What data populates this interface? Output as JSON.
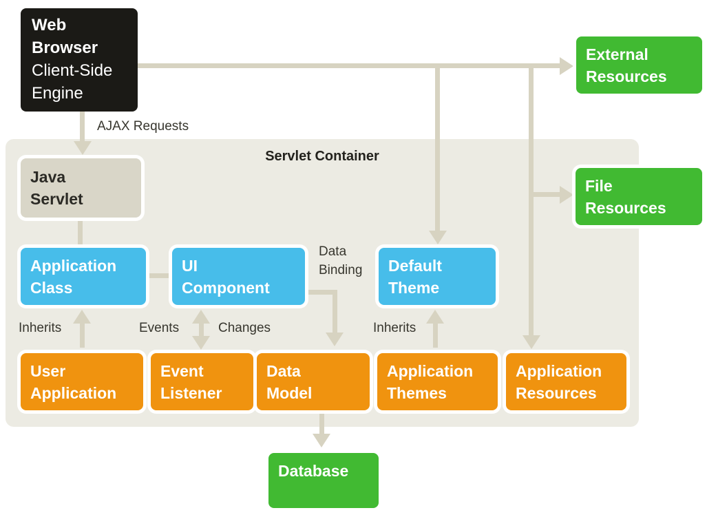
{
  "diagram": {
    "container_title": "Servlet Container",
    "boxes": {
      "web_browser": {
        "title_line1": "Web",
        "title_line2": "Browser",
        "subtitle_line1": "Client-Side",
        "subtitle_line2": "Engine"
      },
      "external_resources": {
        "line1": "External",
        "line2": "Resources"
      },
      "file_resources": {
        "line1": "File",
        "line2": "Resources"
      },
      "java_servlet": {
        "line1": "Java",
        "line2": "Servlet"
      },
      "application_class": {
        "line1": "Application",
        "line2": "Class"
      },
      "ui_component": {
        "line1": "UI",
        "line2": "Component"
      },
      "default_theme": {
        "line1": "Default",
        "line2": "Theme"
      },
      "user_application": {
        "line1": "User",
        "line2": "Application"
      },
      "event_listener": {
        "line1": "Event",
        "line2": "Listener"
      },
      "data_model": {
        "line1": "Data",
        "line2": "Model"
      },
      "application_themes": {
        "line1": "Application",
        "line2": "Themes"
      },
      "application_resources": {
        "line1": "Application",
        "line2": "Resources"
      },
      "database": {
        "line1": "Database"
      }
    },
    "labels": {
      "ajax_requests": "AJAX Requests",
      "data_binding_line1": "Data",
      "data_binding_line2": "Binding",
      "inherits_left": "Inherits",
      "events": "Events",
      "changes": "Changes",
      "inherits_right": "Inherits"
    },
    "colors": {
      "client_box": "#1b1a16",
      "resource_green": "#41ba32",
      "component_blue": "#47bdea",
      "module_orange": "#f0930f",
      "servlet_gray": "#d9d6c8",
      "container_bg": "#ecebe3",
      "connector": "#d7d3c1"
    }
  }
}
